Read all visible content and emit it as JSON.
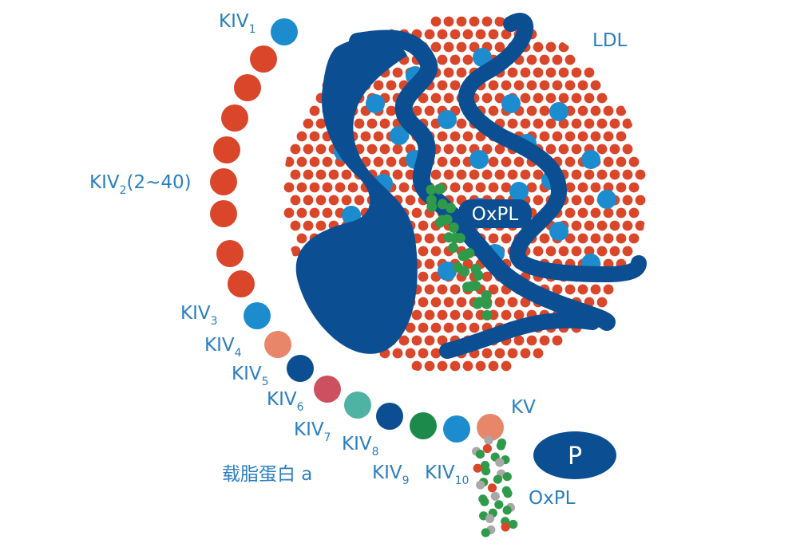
{
  "diagram": {
    "ldl_label": "LDL",
    "apoa_label": "载脂蛋白 a",
    "oxpl_inner_label": "OxPL",
    "oxpl_tail_label": "OxPL",
    "p_label": "P",
    "kringles": [
      {
        "base": "KIV",
        "sub": "1",
        "suffix": ""
      },
      {
        "base": "KIV",
        "sub": "2",
        "suffix": "(2~40)"
      },
      {
        "base": "KIV",
        "sub": "3",
        "suffix": ""
      },
      {
        "base": "KIV",
        "sub": "4",
        "suffix": ""
      },
      {
        "base": "KIV",
        "sub": "5",
        "suffix": ""
      },
      {
        "base": "KIV",
        "sub": "6",
        "suffix": ""
      },
      {
        "base": "KIV",
        "sub": "7",
        "suffix": ""
      },
      {
        "base": "KIV",
        "sub": "8",
        "suffix": ""
      },
      {
        "base": "KIV",
        "sub": "9",
        "suffix": ""
      },
      {
        "base": "KIV",
        "sub": "10",
        "suffix": ""
      },
      {
        "base": "KV",
        "sub": "",
        "suffix": ""
      }
    ]
  },
  "colors": {
    "label_blue": "#2a7fc0",
    "dark_blue": "#0b4f92",
    "light_blue": "#1c8ccf",
    "lipid_red": "#d9462a",
    "kiv4_salmon": "#e8866a",
    "kiv6_red": "#cc5060",
    "kiv7_teal": "#4fb3a4",
    "kiv9_green": "#1b8a4b",
    "oxpl_green": "#2f9a4a",
    "oxpl_gray": "#a8a8a8"
  }
}
